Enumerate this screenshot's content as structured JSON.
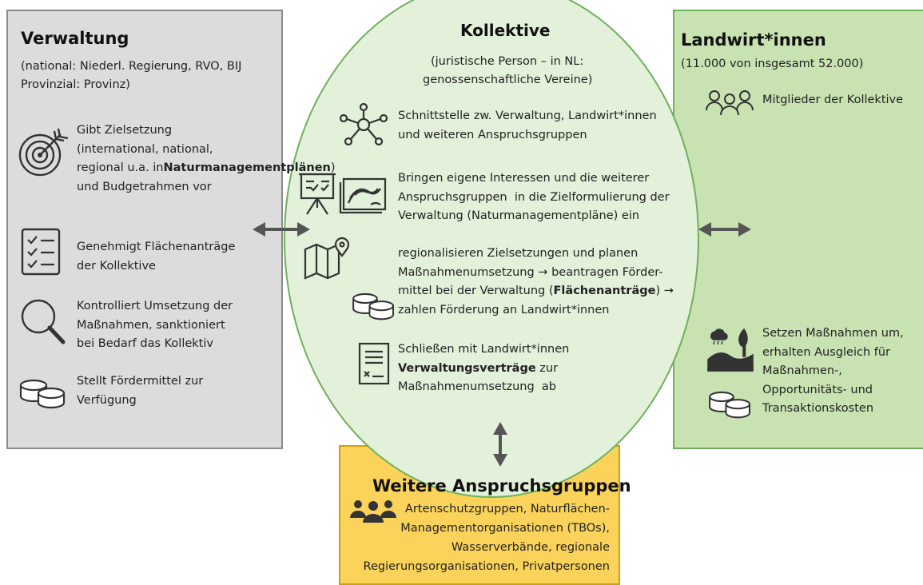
{
  "verwaltung": {
    "title": "Verwaltung",
    "subtitle": [
      "(national: Niederl. Regierung, RVO, BIJ",
      "Provinzial: Provinz)"
    ],
    "items": [
      {
        "icon": "target-icon",
        "lines_pre": "Gibt Zielsetzung\n(international, national,\nregional u.a. in",
        "bold": "Naturmanagementplänen",
        "lines_post": ")\nund Budgetrahmen vor"
      },
      {
        "icon": "checklist-icon",
        "text": "Genehmigt Flächenanträge\nder Kollektive"
      },
      {
        "icon": "magnifier-icon",
        "text": "Kontrolliert Umsetzung der\nMaßnahmen, sanktioniert\nbei Bedarf das Kollektiv"
      },
      {
        "icon": "coins-icon",
        "text": "Stellt Fördermittel zur\nVerfügung"
      }
    ]
  },
  "kollektive": {
    "title": "Kollektive",
    "subtitle": [
      "(juristische Person – in NL:",
      "genossenschaftliche Vereine)"
    ],
    "item1": "Schnittstelle zw. Verwaltung, Landwirt*innen\nund weiteren Anspruchsgruppen",
    "item2": "Bringen eigene Interessen und die weiterer\nAnspruchsgruppen  in die Zielformulierung der\nVerwaltung (Naturmanagementpläne) ein",
    "item3_a": "regionalisieren Zielsetzungen und planen\nMaßnahmenumsetzung → beantragen Förder-\nmittel bei der Verwaltung (",
    "item3_bold": "Flächenanträge",
    "item3_b": ") →\nzahlen Förderung an Landwirt*innen",
    "item4_a": "Schließen mit Landwirt*innen\n",
    "item4_bold": "Verwaltungsverträge",
    "item4_b": " zur\nMaßnahmenumsetzung  ab"
  },
  "landwirte": {
    "title": "Landwirt*innen",
    "subtitle": "(11.000 von insgesamt 52.000)",
    "item1": "Mitglieder der Kollektive",
    "item2": "Setzen Maßnahmen um,\nerhalten Ausgleich für\nMaßnahmen-,\nOpportunitäts- und\nTransaktionskosten"
  },
  "weitere": {
    "title": "Weitere Anspruchsgruppen",
    "lines": [
      "Artenschutzgruppen, Naturflächen-",
      "Managementorganisationen (TBOs),",
      "Wasserverbände, regionale",
      "Regierungsorganisationen, Privatpersonen"
    ]
  },
  "colors": {
    "verwaltung_fill": "#dcdcdc",
    "verwaltung_border": "#8a8a8a",
    "landwirte_fill": "#c8e2b2",
    "landwirte_border": "#6fb05a",
    "kollektive_fill": "#e3f0da",
    "weitere_fill": "#fbd35a",
    "weitere_border": "#caa20d",
    "arrow": "#555555"
  }
}
